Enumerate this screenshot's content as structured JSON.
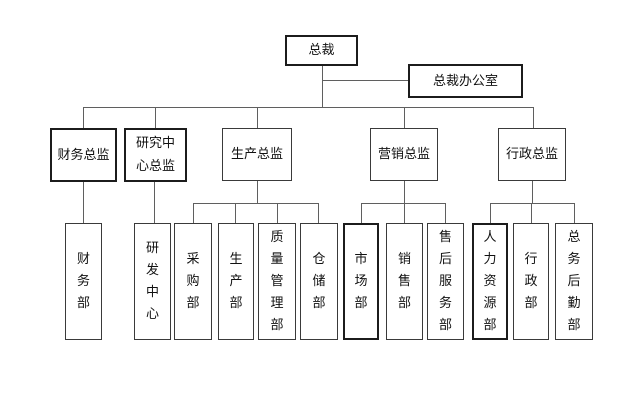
{
  "org_chart": {
    "president": {
      "label": "总裁"
    },
    "president_office": {
      "label": "总裁办公室"
    },
    "directors": [
      {
        "label": "财务总监",
        "departments": [
          {
            "label": "财务部"
          }
        ]
      },
      {
        "label": "研究中心总监",
        "departments": [
          {
            "label": "研发中心"
          }
        ]
      },
      {
        "label": "生产总监",
        "departments": [
          {
            "label": "采购部"
          },
          {
            "label": "生产部"
          },
          {
            "label": "质量管理部"
          },
          {
            "label": "仓储部"
          }
        ]
      },
      {
        "label": "营销总监",
        "departments": [
          {
            "label": "市场部"
          },
          {
            "label": "销售部"
          },
          {
            "label": "售后服务部"
          }
        ]
      },
      {
        "label": "行政总监",
        "departments": [
          {
            "label": "人力资源部"
          },
          {
            "label": "行政部"
          },
          {
            "label": "总务后勤部"
          }
        ]
      }
    ],
    "colors": {
      "line": "#5f5f5f",
      "border": "#3a3a3a",
      "border_bold": "#1c1c1c",
      "text": "#111111",
      "background": "#ffffff"
    }
  }
}
